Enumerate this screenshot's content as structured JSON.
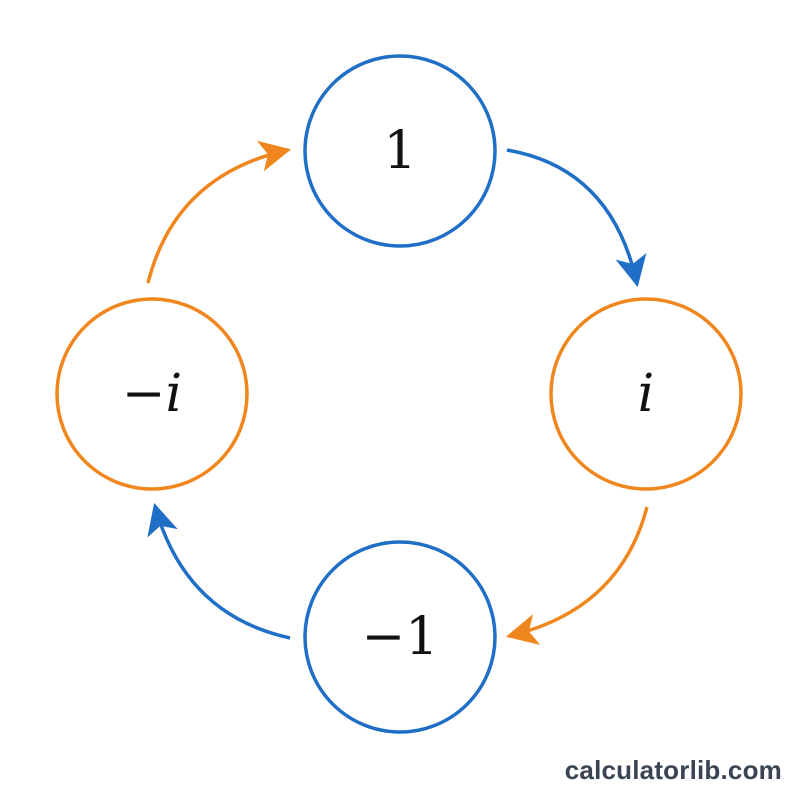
{
  "colors": {
    "blue": "#1f6fc6",
    "orange": "#f0871e",
    "text": "#111111",
    "watermark": "#3a4452"
  },
  "nodes": {
    "top": {
      "label": "1",
      "color": "blue"
    },
    "right": {
      "label": "i",
      "color": "orange"
    },
    "bottom": {
      "label": "−1",
      "color": "blue"
    },
    "left": {
      "label": "−i",
      "color": "orange"
    }
  },
  "arrows": [
    {
      "from": "top",
      "to": "right",
      "color": "blue"
    },
    {
      "from": "right",
      "to": "bottom",
      "color": "orange"
    },
    {
      "from": "bottom",
      "to": "left",
      "color": "blue"
    },
    {
      "from": "left",
      "to": "top",
      "color": "orange"
    }
  ],
  "watermark": "calculatorlib.com"
}
